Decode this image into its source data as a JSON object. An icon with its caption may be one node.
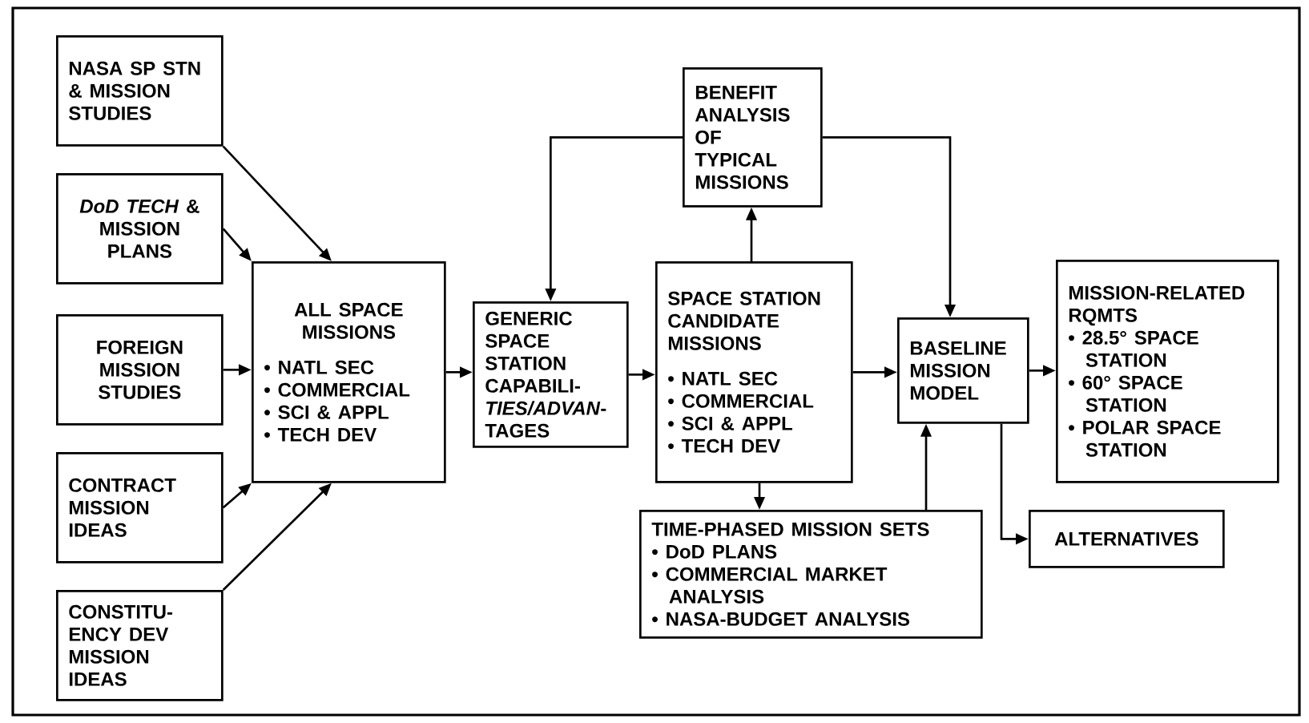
{
  "diagram": {
    "nodes": [
      {
        "text": [
          "NASA SP STN & MISSION STUDIES"
        ]
      },
      {
        "text": [
          "*DoD TECH* & MISSION PLANS"
        ]
      },
      {
        "text": [
          "FOREIGN MISSION STUDIES"
        ]
      },
      {
        "text": [
          "CONTRACT MISSION IDEAS"
        ]
      },
      {
        "text": [
          "CONSTITU-ENCY DEV MISSION IDEAS"
        ]
      },
      {
        "text": [
          "ALL SPACE MISSIONS",
          "• NATL SEC",
          "• COMMERCIAL",
          "• SCI & APPL",
          "• TECH DEV"
        ]
      },
      {
        "text": [
          "GENERIC SPACE STATION CAPABILI-*TIES/ADVAN*-TAGES"
        ]
      },
      {
        "text": [
          "BENEFIT ANALYSIS OF TYPICAL MISSIONS"
        ]
      },
      {
        "text": [
          "SPACE STATION CANDIDATE MISSIONS",
          "• NATL SEC",
          "• COMMERCIAL",
          "• SCI & APPL",
          "• TECH DEV"
        ]
      },
      {
        "text": [
          "TIME-PHASED MISSION SETS",
          "• DoD PLANS",
          "• COMMERCIAL MARKET ANALYSIS",
          "• NASA-BUDGET ANALYSIS"
        ]
      },
      {
        "text": [
          "BASELINE MISSION MODEL"
        ]
      },
      {
        "text": [
          "MISSION-RELATED RQMTS",
          "• 28.5° SPACE STATION",
          "• 60° SPACE STATION",
          "• POLAR SPACE STATION"
        ]
      },
      {
        "text": [
          "ALTERNATIVES"
        ]
      }
    ],
    "edges": [
      {
        "from": 0,
        "to": 5,
        "arrow": "to"
      },
      {
        "from": 1,
        "to": 5,
        "arrow": "to"
      },
      {
        "from": 2,
        "to": 5,
        "arrow": "to"
      },
      {
        "from": 3,
        "to": 5,
        "arrow": "to"
      },
      {
        "from": 4,
        "to": 5,
        "arrow": "to"
      },
      {
        "from": 5,
        "to": 6,
        "arrow": "to"
      },
      {
        "from": 6,
        "to": 8,
        "arrow": "to"
      },
      {
        "from": 8,
        "to": 7,
        "arrow": "to"
      },
      {
        "from": 7,
        "to": 6,
        "arrow": "to"
      },
      {
        "from": 7,
        "to": 10,
        "arrow": "to"
      },
      {
        "from": 8,
        "to": 10,
        "arrow": "to"
      },
      {
        "from": 8,
        "to": 9,
        "arrow": "to"
      },
      {
        "from": 9,
        "to": 10,
        "arrow": "to"
      },
      {
        "from": 10,
        "to": 11,
        "arrow": "to"
      },
      {
        "from": 10,
        "to": 12,
        "arrow": "to"
      }
    ]
  }
}
